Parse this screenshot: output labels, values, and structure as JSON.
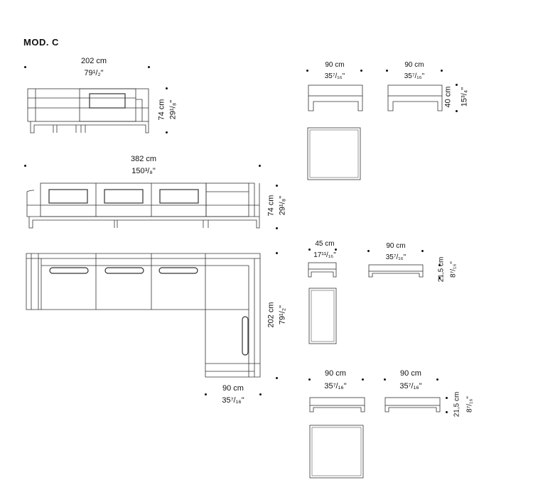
{
  "title": "MOD. C",
  "dims": {
    "sofa_small_w_cm": "202 cm",
    "sofa_small_w_in": "79¹/₂\"",
    "sofa_small_h_cm": "74 cm",
    "sofa_small_h_in": "29¹/₈\"",
    "sofa_large_w_cm": "382 cm",
    "sofa_large_w_in": "150³/₈\"",
    "sofa_large_h_cm": "74 cm",
    "sofa_large_h_in": "29¹/₈\"",
    "plan_depth_cm": "202 cm",
    "plan_depth_in": "79¹/₂\"",
    "plan_w_cm": "90 cm",
    "plan_w_in": "35⁷/₁₆\"",
    "table1_w_cm": "90 cm",
    "table1_w_in": "35⁷/₁₆\"",
    "table2_w_cm": "90 cm",
    "table2_w_in": "35⁷/₁₆\"",
    "table_h_cm": "40 cm",
    "table_h_in": "15³/₄\"",
    "small_table_w_cm": "45 cm",
    "small_table_w_in": "17¹¹/₁₆\"",
    "low_table_w_cm": "90 cm",
    "low_table_w_in": "35⁷/₁₆\"",
    "low_table_h_cm": "21,5 cm",
    "low_table_h_in": "8⁷/₁₆\"",
    "low_table2_w_cm": "90 cm",
    "low_table2_w_in": "35⁷/₁₆\"",
    "low_table3_w_cm": "90 cm",
    "low_table3_w_in": "35⁷/₁₆\"",
    "low_table2_h_cm": "21,5 cm",
    "low_table2_h_in": "8⁷/₁₆\""
  }
}
